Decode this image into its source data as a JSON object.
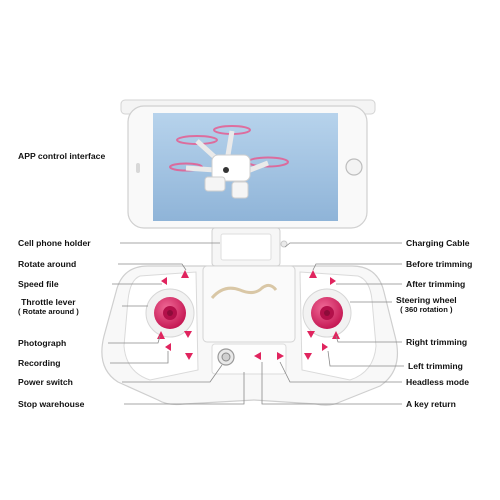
{
  "labels": {
    "app_control_interface": "APP control interface",
    "cell_phone_holder": "Cell phone holder",
    "rotate_around": "Rotate around",
    "speed_file": "Speed file",
    "throttle_lever": "Throttle lever",
    "throttle_lever_sub": "( Rotate around )",
    "photograph": "Photograph",
    "recording": "Recording",
    "power_switch": "Power switch",
    "stop_warehouse": "Stop warehouse",
    "charging_cable": "Charging Cable",
    "before_trimming": "Before trimming",
    "after_trimming": "After trimming",
    "steering_wheel": "Steering wheel",
    "steering_wheel_sub": "( 360 rotation )",
    "right_trimming": "Right trimming",
    "left_trimming": "Left trimming",
    "headless_mode": "Headless mode",
    "a_key_return": "A key return"
  },
  "colors": {
    "accent": "#e0245e",
    "stick": "#d81b60",
    "body": "#f7f7f7",
    "outline": "#cfcfcf",
    "leader": "#888888",
    "sky": "#9fc3e3"
  },
  "icons": [
    "drone-icon",
    "arrow-up-icon",
    "arrow-down-icon",
    "arrow-left-icon",
    "arrow-right-icon",
    "power-button-icon"
  ]
}
